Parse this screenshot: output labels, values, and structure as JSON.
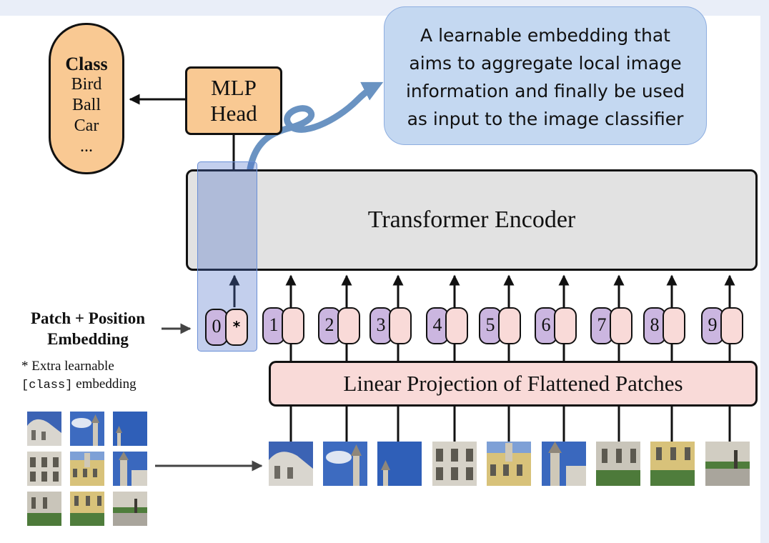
{
  "class_box": {
    "title": "Class",
    "items": [
      "Bird",
      "Ball",
      "Car",
      "..."
    ]
  },
  "mlp_head": {
    "line1": "MLP",
    "line2": "Head"
  },
  "callout": {
    "lines": [
      "A learnable embedding that",
      "aims to aggregate local image",
      "information and finally be used",
      "as input to the image classifier"
    ]
  },
  "transformer_encoder": {
    "label": "Transformer Encoder"
  },
  "linear_projection": {
    "label": "Linear Projection of Flattened Patches"
  },
  "patch_position_label": {
    "line1": "Patch + Position",
    "line2": "Embedding"
  },
  "extra_note": {
    "line1": "* Extra learnable",
    "code": "[class]",
    "rest": " embedding"
  },
  "tokens": [
    {
      "position": "0",
      "patch": "*"
    },
    {
      "position": "1",
      "patch": ""
    },
    {
      "position": "2",
      "patch": ""
    },
    {
      "position": "3",
      "patch": ""
    },
    {
      "position": "4",
      "patch": ""
    },
    {
      "position": "5",
      "patch": ""
    },
    {
      "position": "6",
      "patch": ""
    },
    {
      "position": "7",
      "patch": ""
    },
    {
      "position": "8",
      "patch": ""
    },
    {
      "position": "9",
      "patch": ""
    }
  ],
  "colors": {
    "orange_box": "#f9c993",
    "pink_box": "#f9dad8",
    "purple_token": "#cbb6e0",
    "encoder_gray": "#e2e2e2",
    "callout_blue": "#c4d8f1",
    "highlight_blue": "#486ec8",
    "curve_arrow": "#6a93c2"
  }
}
